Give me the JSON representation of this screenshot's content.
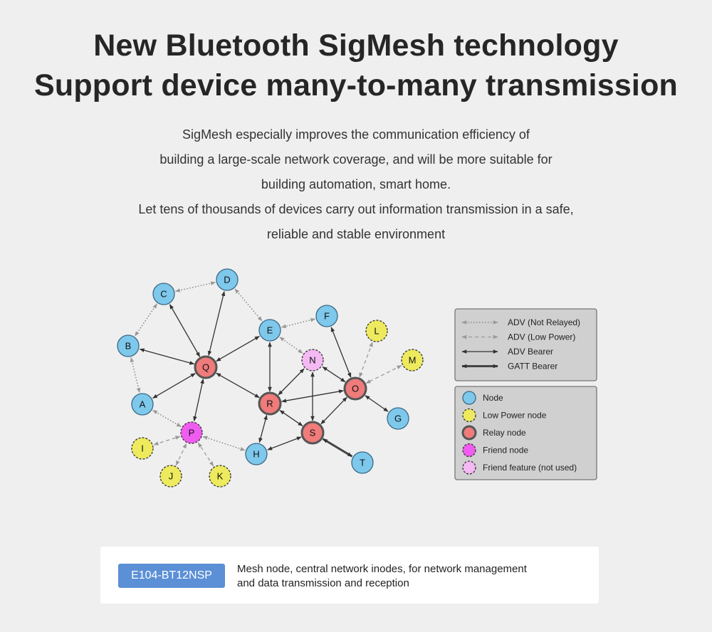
{
  "title": {
    "line1": "New Bluetooth SigMesh technology",
    "line2": "Support device many-to-many transmission"
  },
  "description": {
    "lines": [
      "SigMesh especially improves the communication efficiency of",
      "building a large-scale network coverage, and will be more suitable for",
      "building automation, smart home.",
      "Let tens of thousands of devices carry out information transmission in a safe,",
      "reliable and stable environment"
    ]
  },
  "colors": {
    "node": "#7ec8ec",
    "low_power": "#eeea5e",
    "relay": "#ef7b7b",
    "friend": "#ef5cef",
    "friend_feature": "#f4b8f2",
    "badge": "#5b8fd6"
  },
  "diagram": {
    "nodes": [
      {
        "id": "A",
        "type": "node"
      },
      {
        "id": "B",
        "type": "node"
      },
      {
        "id": "C",
        "type": "node"
      },
      {
        "id": "D",
        "type": "node"
      },
      {
        "id": "E",
        "type": "node"
      },
      {
        "id": "F",
        "type": "node"
      },
      {
        "id": "G",
        "type": "node"
      },
      {
        "id": "H",
        "type": "node"
      },
      {
        "id": "I",
        "type": "low_power"
      },
      {
        "id": "J",
        "type": "low_power"
      },
      {
        "id": "K",
        "type": "low_power"
      },
      {
        "id": "L",
        "type": "low_power"
      },
      {
        "id": "M",
        "type": "low_power"
      },
      {
        "id": "N",
        "type": "friend_feature"
      },
      {
        "id": "O",
        "type": "relay"
      },
      {
        "id": "P",
        "type": "friend"
      },
      {
        "id": "Q",
        "type": "relay"
      },
      {
        "id": "R",
        "type": "relay"
      },
      {
        "id": "S",
        "type": "relay"
      },
      {
        "id": "T",
        "type": "node"
      }
    ],
    "edges": [
      {
        "from": "C",
        "to": "D",
        "style": "adv_not_relayed"
      },
      {
        "from": "C",
        "to": "B",
        "style": "adv_not_relayed"
      },
      {
        "from": "B",
        "to": "A",
        "style": "adv_not_relayed"
      },
      {
        "from": "D",
        "to": "E",
        "style": "adv_not_relayed"
      },
      {
        "from": "F",
        "to": "E",
        "style": "adv_not_relayed"
      },
      {
        "from": "A",
        "to": "P",
        "style": "adv_not_relayed"
      },
      {
        "from": "P",
        "to": "H",
        "style": "adv_not_relayed"
      },
      {
        "from": "E",
        "to": "N",
        "style": "adv_not_relayed"
      },
      {
        "from": "I",
        "to": "P",
        "style": "adv_low_power"
      },
      {
        "from": "J",
        "to": "P",
        "style": "adv_low_power"
      },
      {
        "from": "K",
        "to": "P",
        "style": "adv_low_power"
      },
      {
        "from": "L",
        "to": "O",
        "style": "adv_low_power"
      },
      {
        "from": "M",
        "to": "O",
        "style": "adv_low_power"
      },
      {
        "from": "Q",
        "to": "B",
        "style": "adv_bearer"
      },
      {
        "from": "Q",
        "to": "C",
        "style": "adv_bearer"
      },
      {
        "from": "Q",
        "to": "D",
        "style": "adv_bearer"
      },
      {
        "from": "Q",
        "to": "A",
        "style": "adv_bearer"
      },
      {
        "from": "Q",
        "to": "E",
        "style": "adv_bearer"
      },
      {
        "from": "Q",
        "to": "R",
        "style": "adv_bearer"
      },
      {
        "from": "P",
        "to": "Q",
        "style": "adv_bearer"
      },
      {
        "from": "R",
        "to": "E",
        "style": "adv_bearer"
      },
      {
        "from": "R",
        "to": "N",
        "style": "adv_bearer"
      },
      {
        "from": "R",
        "to": "O",
        "style": "adv_bearer"
      },
      {
        "from": "R",
        "to": "S",
        "style": "adv_bearer"
      },
      {
        "from": "H",
        "to": "R",
        "style": "adv_bearer"
      },
      {
        "from": "S",
        "to": "H",
        "style": "adv_bearer"
      },
      {
        "from": "S",
        "to": "O",
        "style": "adv_bearer"
      },
      {
        "from": "N",
        "to": "S",
        "style": "adv_bearer"
      },
      {
        "from": "O",
        "to": "N",
        "style": "adv_bearer"
      },
      {
        "from": "O",
        "to": "F",
        "style": "adv_bearer"
      },
      {
        "from": "O",
        "to": "G",
        "style": "adv_bearer"
      },
      {
        "from": "S",
        "to": "T",
        "style": "gatt_bearer"
      }
    ]
  },
  "legend_lines": [
    {
      "label": "ADV (Not Relayed)",
      "style": "adv_not_relayed"
    },
    {
      "label": "ADV (Low Power)",
      "style": "adv_low_power"
    },
    {
      "label": "ADV Bearer",
      "style": "adv_bearer"
    },
    {
      "label": "GATT Bearer",
      "style": "gatt_bearer"
    }
  ],
  "legend_nodes": [
    {
      "label": "Node",
      "type": "node"
    },
    {
      "label": "Low Power node",
      "type": "low_power"
    },
    {
      "label": "Relay node",
      "type": "relay"
    },
    {
      "label": "Friend node",
      "type": "friend"
    },
    {
      "label": "Friend feature (not used)",
      "type": "friend_feature"
    }
  ],
  "product": {
    "badge": "E104-BT12NSP",
    "line1": "Mesh node, central network inodes, for network management",
    "line2": "and data transmission and reception"
  }
}
